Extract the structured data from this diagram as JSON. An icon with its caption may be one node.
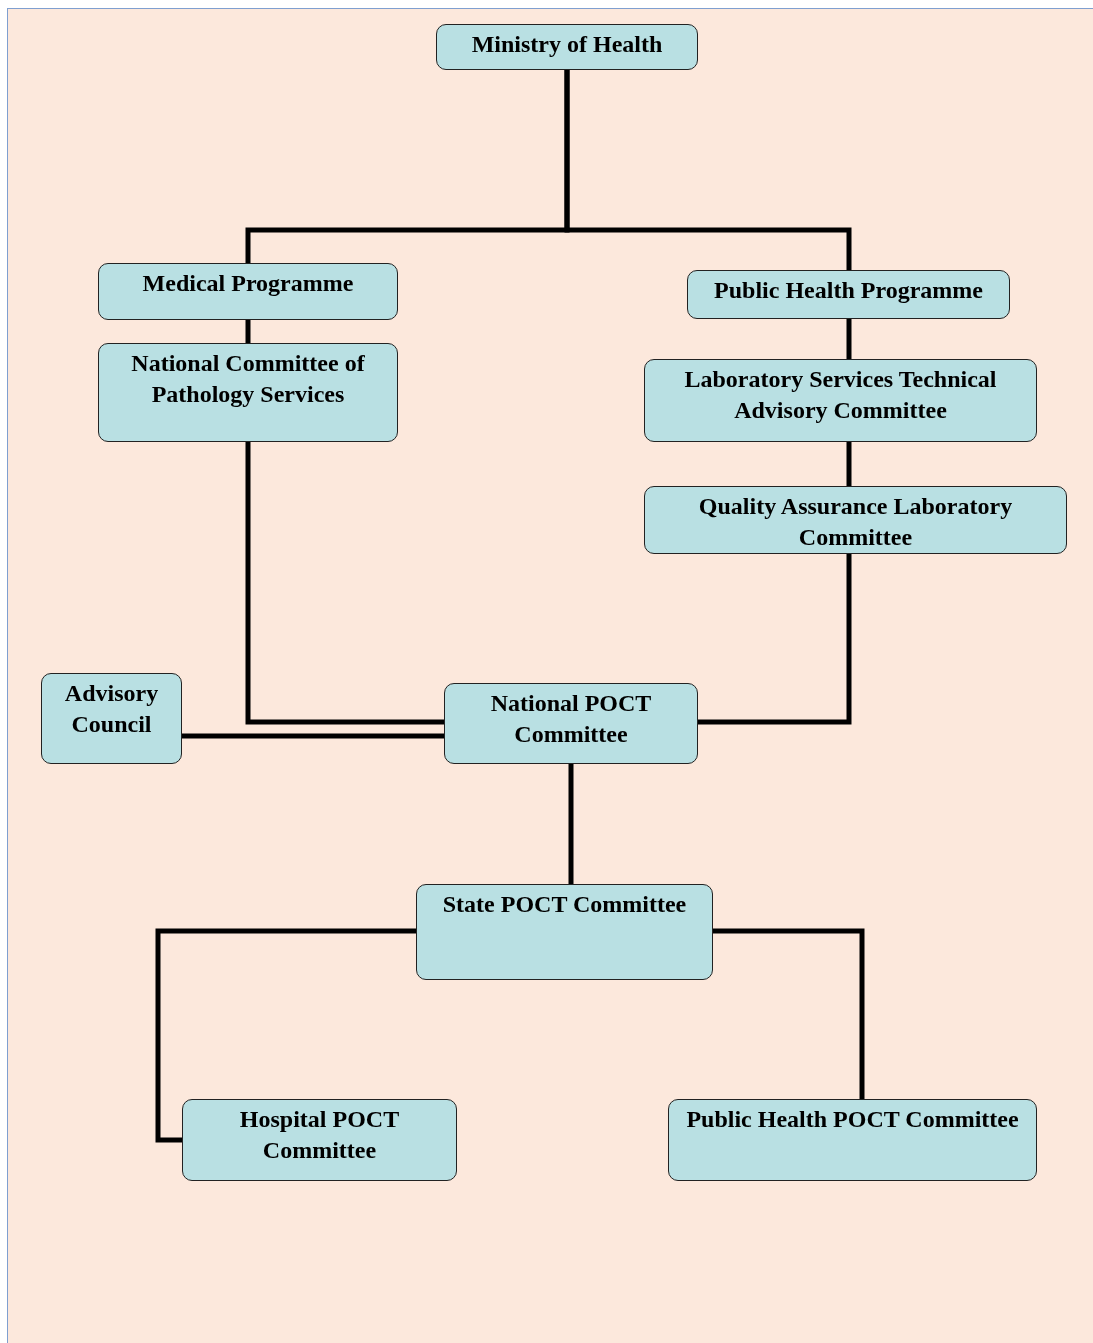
{
  "diagram": {
    "nodes": [
      {
        "text": [
          "Ministry of Health"
        ]
      },
      {
        "text": [
          "Medical Programme"
        ]
      },
      {
        "text": [
          "Public Health Programme"
        ]
      },
      {
        "text": [
          "National Committee of Pathology Services"
        ]
      },
      {
        "text": [
          "Laboratory Services Technical Advisory Committee"
        ]
      },
      {
        "text": [
          "Quality Assurance Laboratory Committee"
        ]
      },
      {
        "text": [
          "Advisory Council"
        ]
      },
      {
        "text": [
          "National POCT Committee"
        ]
      },
      {
        "text": [
          "State POCT Committee"
        ]
      },
      {
        "text": [
          "Hospital POCT Committee"
        ]
      },
      {
        "text": [
          "Public Health POCT Committee"
        ]
      }
    ],
    "edges": [
      {
        "from": 0,
        "to": 1,
        "arrow": "none"
      },
      {
        "from": 0,
        "to": 2,
        "arrow": "none"
      },
      {
        "from": 1,
        "to": 3,
        "arrow": "none"
      },
      {
        "from": 2,
        "to": 4,
        "arrow": "none"
      },
      {
        "from": 4,
        "to": 5,
        "arrow": "none"
      },
      {
        "from": 3,
        "to": 7,
        "arrow": "none"
      },
      {
        "from": 5,
        "to": 7,
        "arrow": "none"
      },
      {
        "from": 6,
        "to": 7,
        "arrow": "none"
      },
      {
        "from": 7,
        "to": 8,
        "arrow": "none"
      },
      {
        "from": 8,
        "to": 9,
        "arrow": "none"
      },
      {
        "from": 8,
        "to": 10,
        "arrow": "none"
      }
    ]
  }
}
